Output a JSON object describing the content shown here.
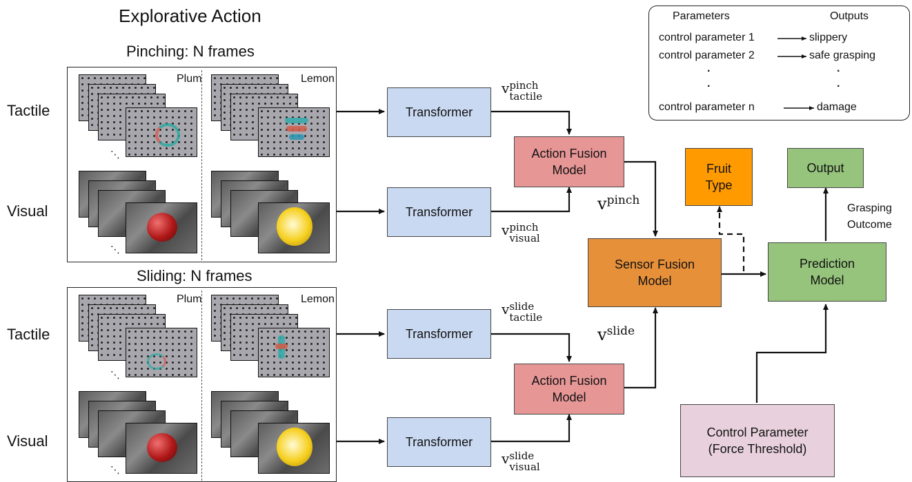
{
  "header": {
    "title": "Explorative Action",
    "pinching": "Pinching: N frames",
    "sliding": "Sliding: N frames"
  },
  "rows": {
    "tactile": "Tactile",
    "visual": "Visual"
  },
  "panels": {
    "plum": "Plum",
    "lemon": "Lemon",
    "ellipsis": "⋱"
  },
  "blocks": {
    "transformer": "Transformer",
    "action_fusion": "Action Fusion Model",
    "sensor_fusion": "Sensor Fusion Model",
    "fruit_type": "Fruit Type",
    "output": "Output",
    "prediction": "Prediction Model",
    "control": "Control Parameter (Force Threshold)",
    "grasping_outcome": "Grasping Outcome"
  },
  "math": {
    "v": "v",
    "pinch": "pinch",
    "slide": "slide",
    "tactile": "tactile",
    "visual": "visual"
  },
  "legend": {
    "param_header": "Parameters",
    "out_header": "Outputs",
    "rows": [
      {
        "param": "control parameter 1",
        "output": "slippery"
      },
      {
        "param": "control parameter 2",
        "output": "safe grasping"
      },
      {
        "param": "control parameter n",
        "output": "damage"
      }
    ],
    "vdots": "·"
  },
  "colors": {
    "transformer": "#c9d9f2",
    "action_fusion": "#e79696",
    "sensor_fusion": "#e7903a",
    "fruit_type": "#ff9a00",
    "output_prediction": "#96c47c",
    "control": "#e8d1dc"
  }
}
